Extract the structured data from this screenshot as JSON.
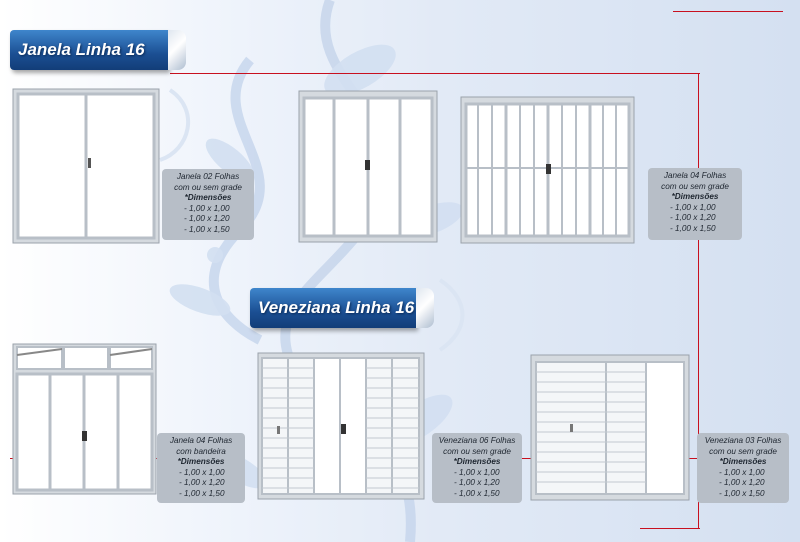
{
  "section_janela": {
    "title": "Janela Linha 16"
  },
  "section_veneziana": {
    "title": "Veneziana Linha 16"
  },
  "products": [
    {
      "title_lines": [
        "Janela 02 Folhas",
        "com ou sem grade"
      ],
      "dim_label": "*Dimensões",
      "sizes": [
        "- 1,00 x 1,00",
        "- 1,00 x 1,20",
        "- 1,00 x 1,50"
      ]
    },
    {
      "title_lines": [
        "Janela 04 Folhas",
        "com ou sem grade"
      ],
      "dim_label": "*Dimensões",
      "sizes": [
        "- 1,00 x 1,00",
        "- 1,00 x 1,20",
        "- 1,00 x 1,50"
      ]
    },
    {
      "title_lines": [
        "Janela 04 Folhas",
        "com bandeira"
      ],
      "dim_label": "*Dimensões",
      "sizes": [
        "- 1,00 x 1,00",
        "- 1,00 x 1,20",
        "- 1,00 x 1,50"
      ]
    },
    {
      "title_lines": [
        "Veneziana 06 Folhas",
        "com ou sem grade"
      ],
      "dim_label": "*Dimensões",
      "sizes": [
        "- 1,00 x 1,00",
        "- 1,00 x 1,20",
        "- 1,00 x 1,50"
      ]
    },
    {
      "title_lines": [
        "Veneziana 03 Folhas",
        "com ou sem grade"
      ],
      "dim_label": "*Dimensões",
      "sizes": [
        "- 1,00 x 1,00",
        "- 1,00 x 1,20",
        "- 1,00 x 1,50"
      ]
    }
  ],
  "colors": {
    "title_blue": "#1b4f93",
    "caption_grey": "#b7bec7",
    "accent_red": "#c8101f",
    "frame": "#c9ced4"
  }
}
